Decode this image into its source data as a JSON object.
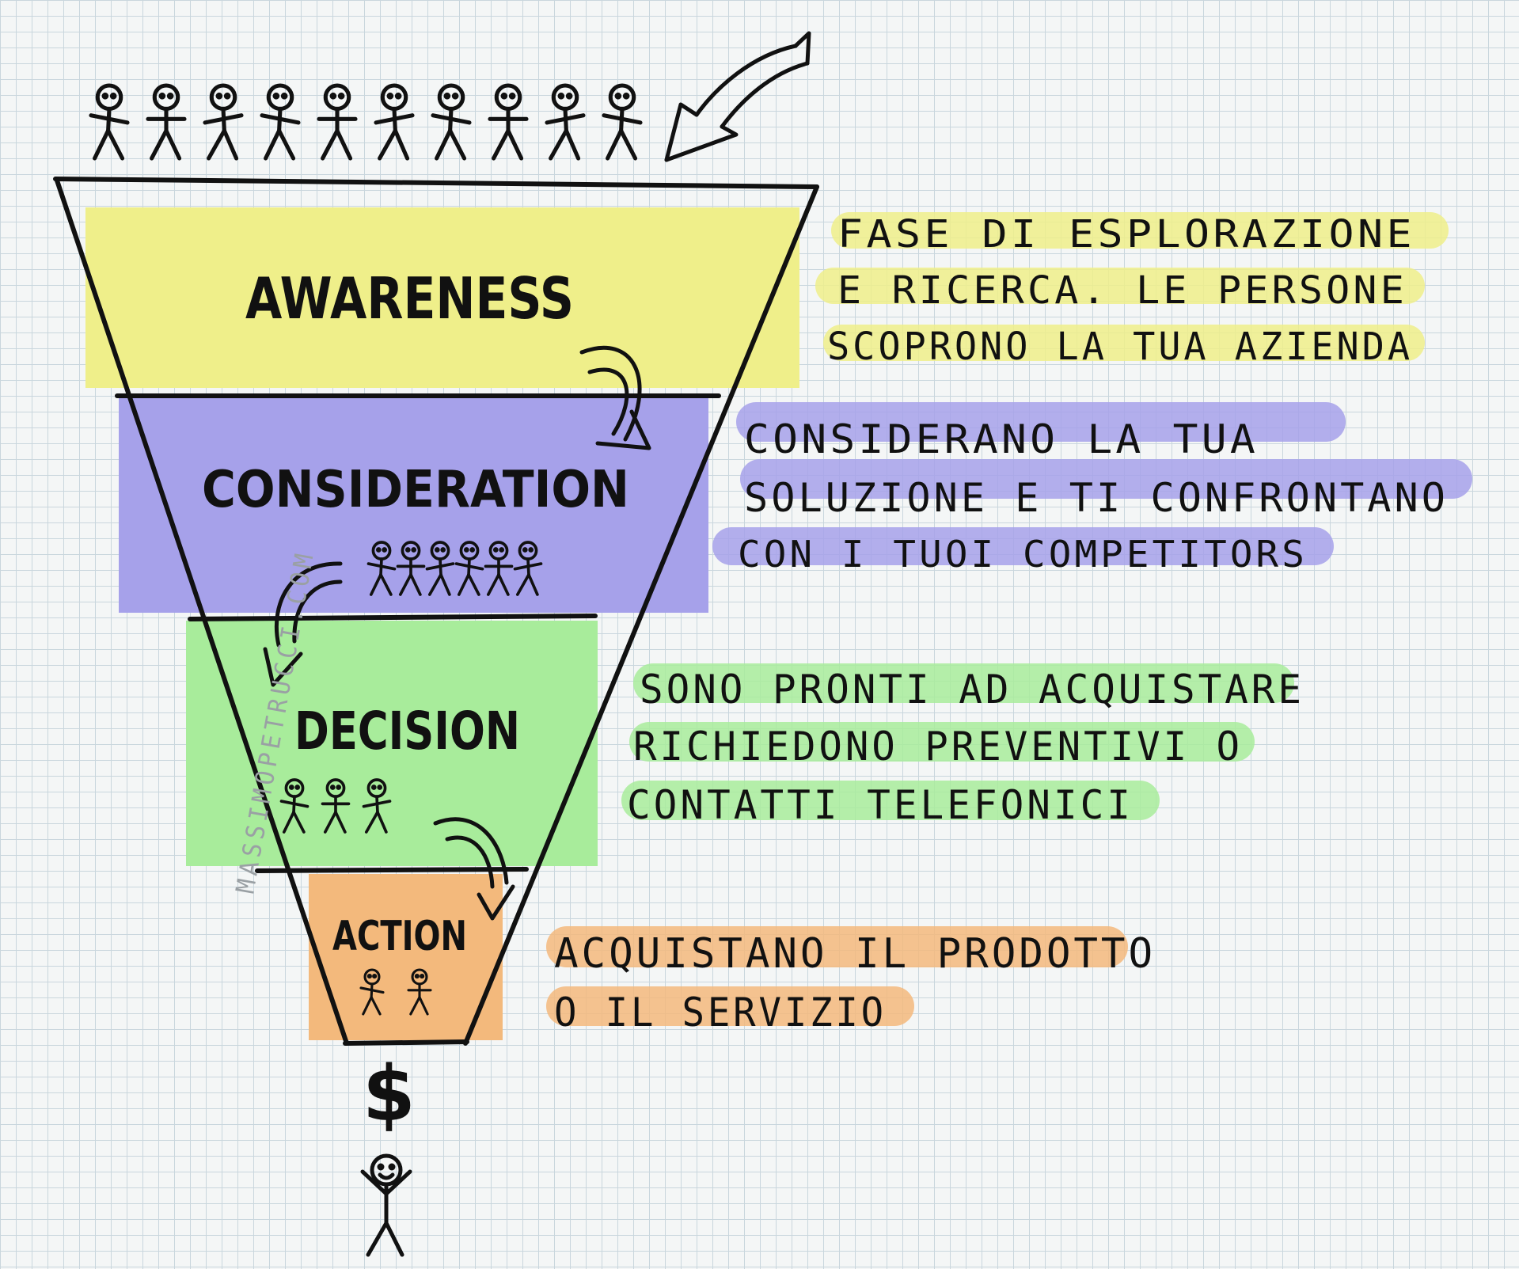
{
  "colors": {
    "awareness": "#efef8a",
    "consideration": "#a6a1ea",
    "decision": "#a8ec9b",
    "action": "#f3b97c",
    "ink": "#111111",
    "watermark": "#9aa0a4"
  },
  "funnel": {
    "stages": [
      {
        "key": "awareness",
        "label": "AWARENESS",
        "people_count": 0,
        "description": [
          "FASE DI ESPLORAZIONE",
          "E RICERCA. LE PERSONE",
          "SCOPRONO LA TUA AZIENDA"
        ]
      },
      {
        "key": "consideration",
        "label": "CONSIDERATION",
        "people_count": 6,
        "description": [
          "CONSIDERANO LA TUA",
          "SOLUZIONE E TI CONFRONTANO",
          "CON I TUOI COMPETITORS"
        ]
      },
      {
        "key": "decision",
        "label": "DECISION",
        "people_count": 3,
        "description": [
          "SONO PRONTI AD ACQUISTARE",
          "RICHIEDONO PREVENTIVI O",
          "CONTATTI TELEFONICI"
        ]
      },
      {
        "key": "action",
        "label": "ACTION",
        "people_count": 2,
        "description": [
          "ACQUISTANO IL PRODOTTO",
          "O IL SERVIZIO"
        ]
      }
    ],
    "top_people_count": 10,
    "money_symbol": "$",
    "watermark": "MASSIMOPETRUCCI.COM",
    "icons": [
      "stick-figure-icon",
      "curved-arrow-icon",
      "dollar-icon",
      "happy-person-icon"
    ]
  }
}
